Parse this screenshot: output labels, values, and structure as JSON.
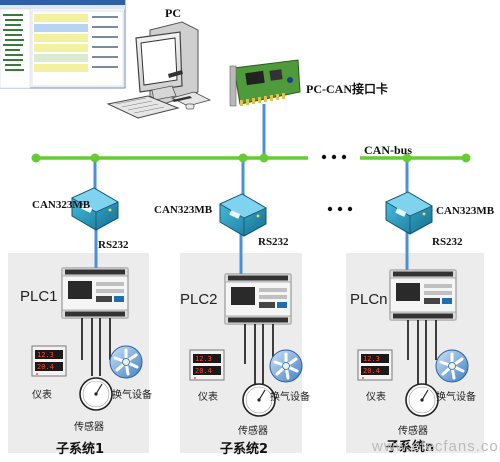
{
  "labels": {
    "pc": "PC",
    "pc_can_card": "PC-CAN接口卡",
    "can_bus": "CAN-bus",
    "can_module_1": "CAN323MB",
    "can_module_2": "CAN323MB",
    "can_module_3": "CAN323MB",
    "rs232_1": "RS232",
    "rs232_2": "RS232",
    "rs232_3": "RS232",
    "plc_1": "PLC1",
    "plc_2": "PLC2",
    "plc_n": "PLCn",
    "meter": "仪表",
    "ventilation": "换气设备",
    "sensor": "传感器",
    "subsystem_1": "子系统1",
    "subsystem_2": "子系统2",
    "subsystem_n": "子系统n",
    "watermark": "www.elecfans.com"
  },
  "meter_readouts": [
    "12.3",
    "20.4"
  ],
  "colors": {
    "bus": "#66cc33",
    "link": "#4a90d9",
    "panel": "#ececec",
    "module": "#1f8fb0"
  }
}
